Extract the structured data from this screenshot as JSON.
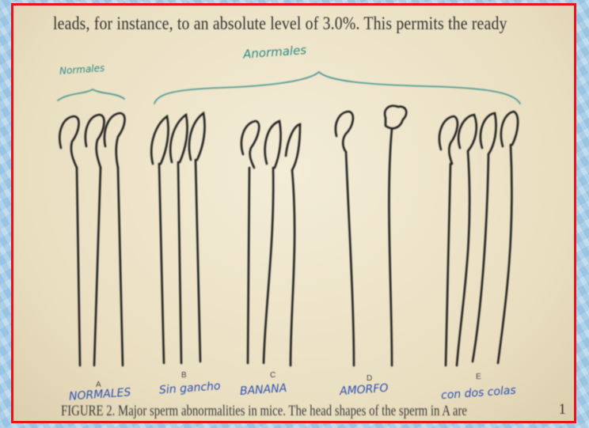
{
  "header_text": "leads, for instance, to an absolute level of 3.0%. This permits the ready",
  "caption_text": "FIGURE 2. Major sperm abnormalities in mice. The head shapes of the sperm in A are",
  "page_number": "1",
  "annotations": {
    "top_left": "Normales",
    "top_group": "Anormales"
  },
  "panels": [
    {
      "letter": "A",
      "label": "NORMALES"
    },
    {
      "letter": "B",
      "label": "Sin gancho"
    },
    {
      "letter": "C",
      "label": "BANANA"
    },
    {
      "letter": "D",
      "label": "AMORFO"
    },
    {
      "letter": "E",
      "label": "con dos colas"
    }
  ],
  "colors": {
    "frame_border": "#e8141c",
    "ink_teal": "#2f8a86",
    "ink_blue": "#2a4fb4",
    "paper": "#efe6cc"
  }
}
